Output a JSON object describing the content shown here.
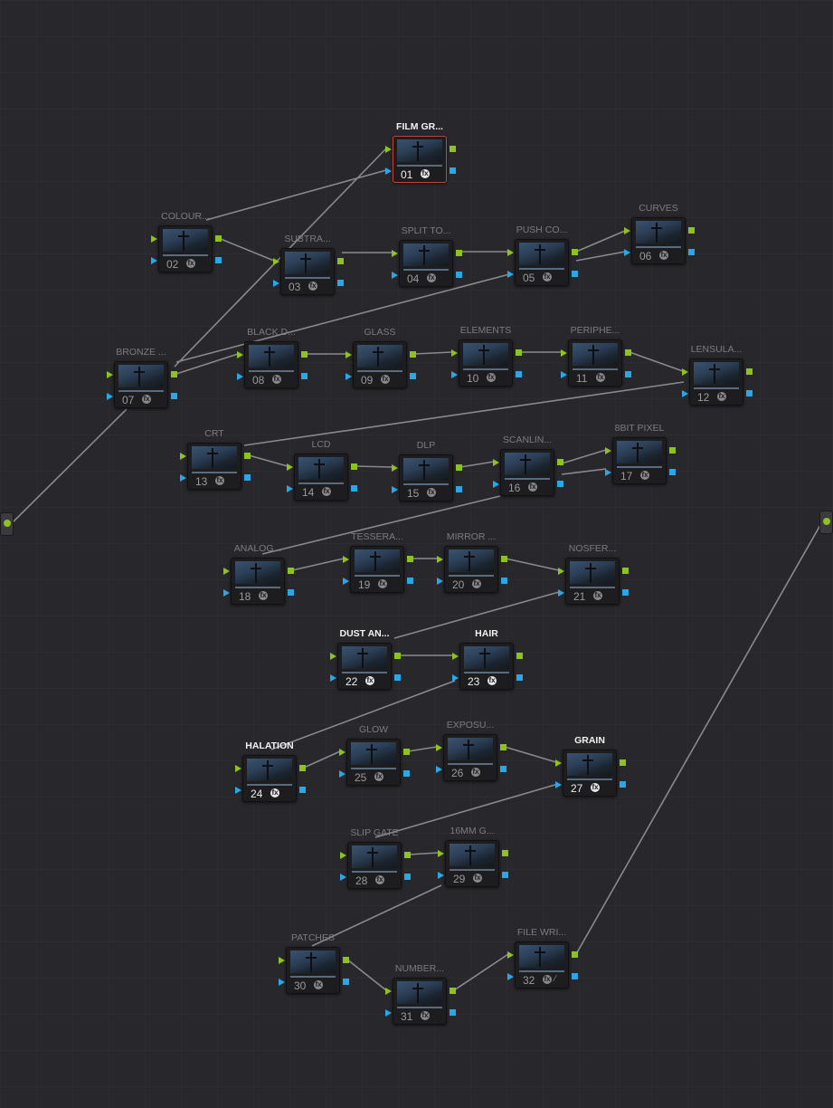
{
  "colors": {
    "rgb": "#8dc21f",
    "alpha": "#2aa7e6",
    "selected_border": "#c0453a"
  },
  "nodes": [
    {
      "num": "01",
      "label": "FILM GR...",
      "enabled": true,
      "selected": true
    },
    {
      "num": "02",
      "label": "COLOUR...",
      "enabled": false
    },
    {
      "num": "03",
      "label": "SUBTRA...",
      "enabled": false
    },
    {
      "num": "04",
      "label": "SPLIT TO...",
      "enabled": false
    },
    {
      "num": "05",
      "label": "PUSH CO...",
      "enabled": false
    },
    {
      "num": "06",
      "label": "CURVES",
      "enabled": false
    },
    {
      "num": "07",
      "label": "BRONZE ...",
      "enabled": false
    },
    {
      "num": "08",
      "label": "BLACK D...",
      "enabled": false
    },
    {
      "num": "09",
      "label": "GLASS",
      "enabled": false
    },
    {
      "num": "10",
      "label": "ELEMENTS",
      "enabled": false
    },
    {
      "num": "11",
      "label": "PERIPHE...",
      "enabled": false
    },
    {
      "num": "12",
      "label": "LENSULA...",
      "enabled": false
    },
    {
      "num": "13",
      "label": "CRT",
      "enabled": false
    },
    {
      "num": "14",
      "label": "LCD",
      "enabled": false
    },
    {
      "num": "15",
      "label": "DLP",
      "enabled": false
    },
    {
      "num": "16",
      "label": "SCANLIN...",
      "enabled": false
    },
    {
      "num": "17",
      "label": "8BIT PIXEL",
      "enabled": false
    },
    {
      "num": "18",
      "label": "ANALOG...",
      "enabled": false
    },
    {
      "num": "19",
      "label": "TESSERA...",
      "enabled": false
    },
    {
      "num": "20",
      "label": "MIRROR ...",
      "enabled": false
    },
    {
      "num": "21",
      "label": "NOSFER...",
      "enabled": false
    },
    {
      "num": "22",
      "label": "DUST AN...",
      "enabled": true
    },
    {
      "num": "23",
      "label": "HAIR",
      "enabled": true
    },
    {
      "num": "24",
      "label": "HALATION",
      "enabled": true
    },
    {
      "num": "25",
      "label": "GLOW",
      "enabled": false
    },
    {
      "num": "26",
      "label": "EXPOSU...",
      "enabled": false
    },
    {
      "num": "27",
      "label": "GRAIN",
      "enabled": true
    },
    {
      "num": "28",
      "label": "SLIP GATE",
      "enabled": false
    },
    {
      "num": "29",
      "label": "16MM G...",
      "enabled": false
    },
    {
      "num": "30",
      "label": "PATCHES",
      "enabled": false
    },
    {
      "num": "31",
      "label": "NUMBER...",
      "enabled": false
    },
    {
      "num": "32",
      "label": "FILE WRI...",
      "enabled": false,
      "has_curve_icon": true
    }
  ]
}
